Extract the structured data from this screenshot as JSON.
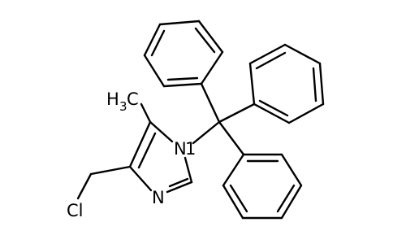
{
  "molecule": {
    "labels": {
      "methyl_h": "H",
      "methyl_sub": "3",
      "methyl_c": "C",
      "chlorine": "Cl",
      "n1": "N",
      "n1_locant": "1",
      "n3": "N"
    },
    "colors": {
      "bond": "#000000",
      "text": "#000000",
      "background": "#ffffff"
    }
  }
}
